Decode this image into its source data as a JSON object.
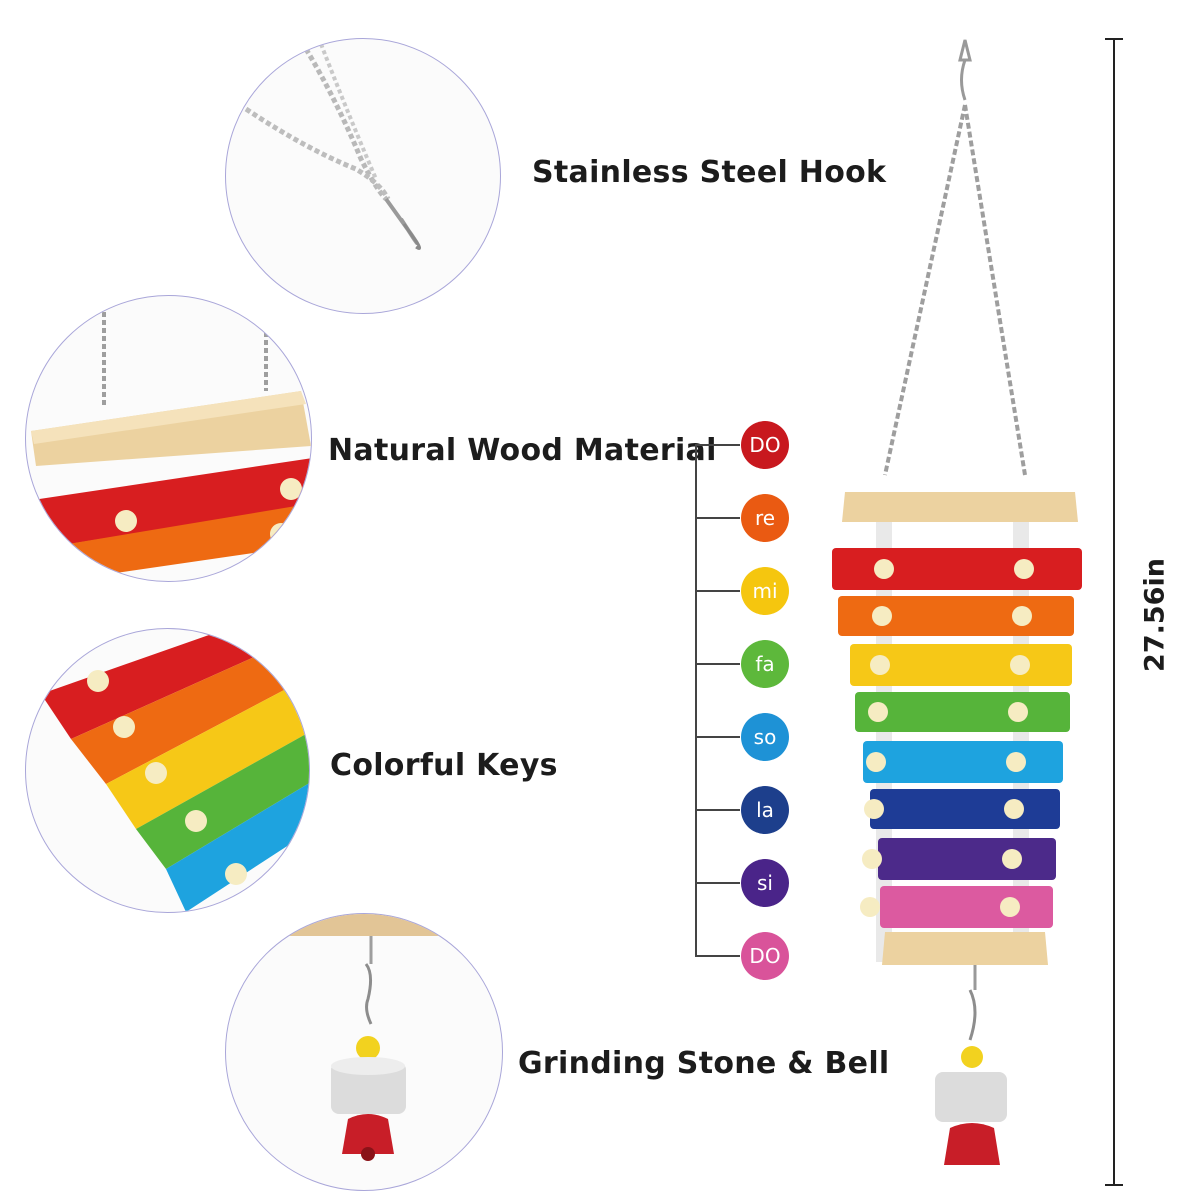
{
  "features": [
    {
      "label": "Stainless Steel Hook"
    },
    {
      "label": "Natural Wood Material"
    },
    {
      "label": "Colorful Keys"
    },
    {
      "label": "Grinding Stone & Bell"
    }
  ],
  "notes": [
    {
      "label": "DO",
      "color": "#c8181e"
    },
    {
      "label": "re",
      "color": "#ea5a12"
    },
    {
      "label": "mi",
      "color": "#f5c60f"
    },
    {
      "label": "fa",
      "color": "#5db83b"
    },
    {
      "label": "so",
      "color": "#1e92d6"
    },
    {
      "label": "la",
      "color": "#1d3f8c"
    },
    {
      "label": "si",
      "color": "#4a2489"
    },
    {
      "label": "DO",
      "color": "#d9539a"
    }
  ],
  "keys": [
    {
      "color": "#d81e20"
    },
    {
      "color": "#ee6a12"
    },
    {
      "color": "#f6c817"
    },
    {
      "color": "#56b43a"
    },
    {
      "color": "#1ea3df"
    },
    {
      "color": "#1e3c96"
    },
    {
      "color": "#4c2a8a"
    },
    {
      "color": "#dc5aa0"
    }
  ],
  "dimension": {
    "label": "27.56in"
  }
}
